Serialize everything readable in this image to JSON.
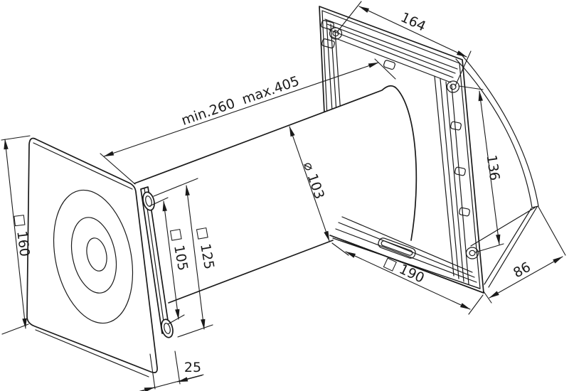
{
  "drawing": {
    "type": "technical-dimension-drawing",
    "subject": "wall duct ventilator with telescopic tube, inner grille panel and outer swing cover",
    "colors": {
      "line": "#1a1a1a",
      "background": "#ffffff"
    },
    "dimensions": {
      "telescopic_length": "min.260  max.405",
      "duct_diameter": "⌀ 103",
      "frame_width_top": "164",
      "frame_height_right": "136",
      "outer_cover_depth": "86",
      "wall_plate_size": "□ 190",
      "front_panel_size": "□ 160",
      "mount_square_small": "□ 105",
      "mount_square_large": "□ 125",
      "panel_depth": "25"
    }
  }
}
